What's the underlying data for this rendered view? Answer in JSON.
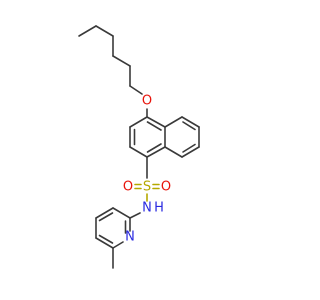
{
  "colors": {
    "bond": "#3a3a3a",
    "oxygen": "#e8130a",
    "sulfur": "#b5a800",
    "nitrogen": "#2a2ae0",
    "background": "#ffffff"
  },
  "atoms": {
    "ether_oxygen": "O",
    "sulfonyl_oxygen_left": "O",
    "sulfonyl_oxygen_right": "O",
    "sulfur": "S",
    "amide_nitrogen": "N",
    "amide_hydrogen": "H",
    "pyridine_nitrogen": "N"
  }
}
